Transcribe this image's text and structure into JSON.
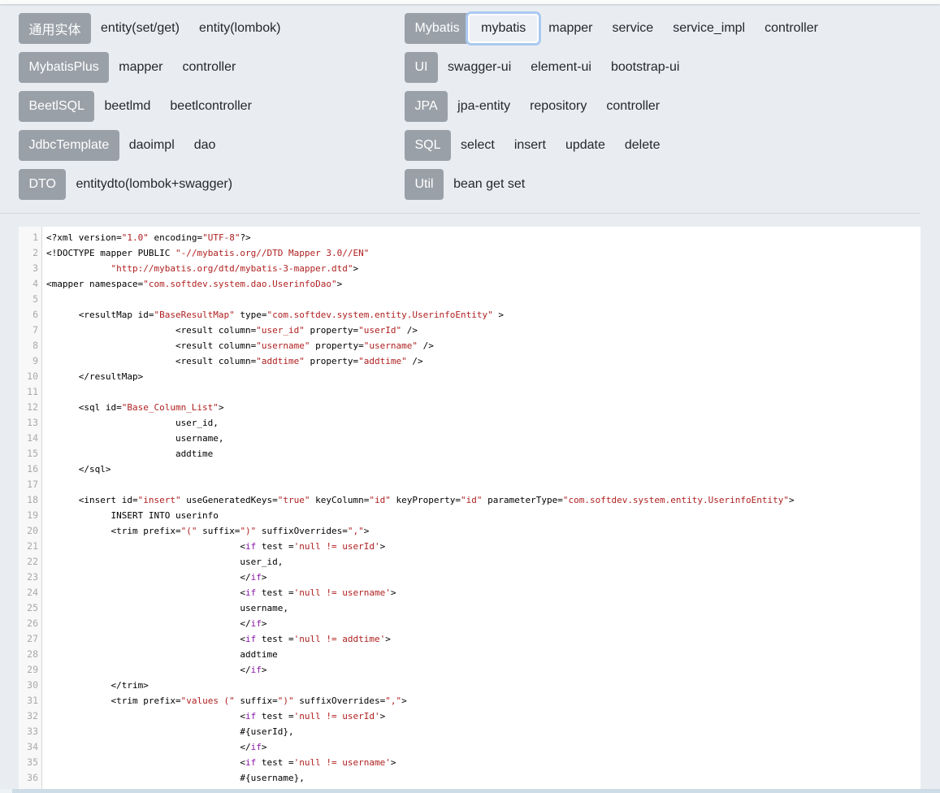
{
  "colors": {
    "page_background": "#e9edf1",
    "chip_background": "#9aa0a8",
    "focus_ring": "#a9c9f0",
    "code_string": "#b02020",
    "code_keyword": "#8a16a8",
    "scrollbar": "#cddce7"
  },
  "toolbar": {
    "left_groups": [
      {
        "label": "通用实体",
        "items": [
          "entity(set/get)",
          "entity(lombok)"
        ]
      },
      {
        "label": "MybatisPlus",
        "items": [
          "mapper",
          "controller"
        ]
      },
      {
        "label": "BeetlSQL",
        "items": [
          "beetlmd",
          "beetlcontroller"
        ]
      },
      {
        "label": "JdbcTemplate",
        "items": [
          "daoimpl",
          "dao"
        ]
      },
      {
        "label": "DTO",
        "items": [
          "entitydto(lombok+swagger)"
        ]
      }
    ],
    "right_groups": [
      {
        "label": "Mybatis",
        "items": [
          "mybatis",
          "mapper",
          "service",
          "service_impl",
          "controller"
        ],
        "selected_index": 0
      },
      {
        "label": "UI",
        "items": [
          "swagger-ui",
          "element-ui",
          "bootstrap-ui"
        ]
      },
      {
        "label": "JPA",
        "items": [
          "jpa-entity",
          "repository",
          "controller"
        ]
      },
      {
        "label": "SQL",
        "items": [
          "select",
          "insert",
          "update",
          "delete"
        ]
      },
      {
        "label": "Util",
        "items": [
          "bean get set"
        ]
      }
    ]
  },
  "editor": {
    "lines": [
      {
        "no": 1,
        "segs": [
          [
            "<?xml version=",
            "p"
          ],
          [
            "\"1.0\"",
            "s"
          ],
          [
            " encoding=",
            "p"
          ],
          [
            "\"UTF-8\"",
            "s"
          ],
          [
            "?>",
            "p"
          ]
        ]
      },
      {
        "no": 2,
        "segs": [
          [
            "<!DOCTYPE mapper PUBLIC ",
            "p"
          ],
          [
            "\"-//mybatis.org//DTD Mapper 3.0//EN\"",
            "s"
          ]
        ]
      },
      {
        "no": 3,
        "segs": [
          [
            "            ",
            "p"
          ],
          [
            "\"http://mybatis.org/dtd/mybatis-3-mapper.dtd\"",
            "s"
          ],
          [
            ">",
            "p"
          ]
        ]
      },
      {
        "no": 4,
        "segs": [
          [
            "<mapper namespace=",
            "p"
          ],
          [
            "\"com.softdev.system.dao.UserinfoDao\"",
            "s"
          ],
          [
            ">",
            "p"
          ]
        ]
      },
      {
        "no": 5,
        "segs": []
      },
      {
        "no": 6,
        "segs": [
          [
            "      <resultMap id=",
            "p"
          ],
          [
            "\"BaseResultMap\"",
            "s"
          ],
          [
            " type=",
            "p"
          ],
          [
            "\"com.softdev.system.entity.UserinfoEntity\"",
            "s"
          ],
          [
            " >",
            "p"
          ]
        ]
      },
      {
        "no": 7,
        "segs": [
          [
            "                        <result column=",
            "p"
          ],
          [
            "\"user_id\"",
            "s"
          ],
          [
            " property=",
            "p"
          ],
          [
            "\"userId\"",
            "s"
          ],
          [
            " />",
            "p"
          ]
        ]
      },
      {
        "no": 8,
        "segs": [
          [
            "                        <result column=",
            "p"
          ],
          [
            "\"username\"",
            "s"
          ],
          [
            " property=",
            "p"
          ],
          [
            "\"username\"",
            "s"
          ],
          [
            " />",
            "p"
          ]
        ]
      },
      {
        "no": 9,
        "segs": [
          [
            "                        <result column=",
            "p"
          ],
          [
            "\"addtime\"",
            "s"
          ],
          [
            " property=",
            "p"
          ],
          [
            "\"addtime\"",
            "s"
          ],
          [
            " />",
            "p"
          ]
        ]
      },
      {
        "no": 10,
        "segs": [
          [
            "      </resultMap>",
            "p"
          ]
        ]
      },
      {
        "no": 11,
        "segs": []
      },
      {
        "no": 12,
        "segs": [
          [
            "      <sql id=",
            "p"
          ],
          [
            "\"Base_Column_List\"",
            "s"
          ],
          [
            ">",
            "p"
          ]
        ]
      },
      {
        "no": 13,
        "segs": [
          [
            "                        user_id,",
            "p"
          ]
        ]
      },
      {
        "no": 14,
        "segs": [
          [
            "                        username,",
            "p"
          ]
        ]
      },
      {
        "no": 15,
        "segs": [
          [
            "                        addtime",
            "p"
          ]
        ]
      },
      {
        "no": 16,
        "segs": [
          [
            "      </sql>",
            "p"
          ]
        ]
      },
      {
        "no": 17,
        "segs": []
      },
      {
        "no": 18,
        "segs": [
          [
            "      <insert id=",
            "p"
          ],
          [
            "\"insert\"",
            "s"
          ],
          [
            " useGeneratedKeys=",
            "p"
          ],
          [
            "\"true\"",
            "s"
          ],
          [
            " keyColumn=",
            "p"
          ],
          [
            "\"id\"",
            "s"
          ],
          [
            " keyProperty=",
            "p"
          ],
          [
            "\"id\"",
            "s"
          ],
          [
            " parameterType=",
            "p"
          ],
          [
            "\"com.softdev.system.entity.UserinfoEntity\"",
            "s"
          ],
          [
            ">",
            "p"
          ]
        ]
      },
      {
        "no": 19,
        "segs": [
          [
            "            INSERT INTO userinfo",
            "p"
          ]
        ]
      },
      {
        "no": 20,
        "segs": [
          [
            "            <trim prefix=",
            "p"
          ],
          [
            "\"(\"",
            "s"
          ],
          [
            " suffix=",
            "p"
          ],
          [
            "\")\"",
            "s"
          ],
          [
            " suffixOverrides=",
            "p"
          ],
          [
            "\",\"",
            "s"
          ],
          [
            ">",
            "p"
          ]
        ]
      },
      {
        "no": 21,
        "segs": [
          [
            "                                    <",
            "p"
          ],
          [
            "if",
            "k"
          ],
          [
            " test =",
            "p"
          ],
          [
            "'null != userId'",
            "s"
          ],
          [
            ">",
            "p"
          ]
        ]
      },
      {
        "no": 22,
        "segs": [
          [
            "                                    user_id,",
            "p"
          ]
        ]
      },
      {
        "no": 23,
        "segs": [
          [
            "                                    </",
            "p"
          ],
          [
            "if",
            "k"
          ],
          [
            ">",
            "p"
          ]
        ]
      },
      {
        "no": 24,
        "segs": [
          [
            "                                    <",
            "p"
          ],
          [
            "if",
            "k"
          ],
          [
            " test =",
            "p"
          ],
          [
            "'null != username'",
            "s"
          ],
          [
            ">",
            "p"
          ]
        ]
      },
      {
        "no": 25,
        "segs": [
          [
            "                                    username,",
            "p"
          ]
        ]
      },
      {
        "no": 26,
        "segs": [
          [
            "                                    </",
            "p"
          ],
          [
            "if",
            "k"
          ],
          [
            ">",
            "p"
          ]
        ]
      },
      {
        "no": 27,
        "segs": [
          [
            "                                    <",
            "p"
          ],
          [
            "if",
            "k"
          ],
          [
            " test =",
            "p"
          ],
          [
            "'null != addtime'",
            "s"
          ],
          [
            ">",
            "p"
          ]
        ]
      },
      {
        "no": 28,
        "segs": [
          [
            "                                    addtime",
            "p"
          ]
        ]
      },
      {
        "no": 29,
        "segs": [
          [
            "                                    </",
            "p"
          ],
          [
            "if",
            "k"
          ],
          [
            ">",
            "p"
          ]
        ]
      },
      {
        "no": 30,
        "segs": [
          [
            "            </trim>",
            "p"
          ]
        ]
      },
      {
        "no": 31,
        "segs": [
          [
            "            <trim prefix=",
            "p"
          ],
          [
            "\"values (\"",
            "s"
          ],
          [
            " suffix=",
            "p"
          ],
          [
            "\")\"",
            "s"
          ],
          [
            " suffixOverrides=",
            "p"
          ],
          [
            "\",\"",
            "s"
          ],
          [
            ">",
            "p"
          ]
        ]
      },
      {
        "no": 32,
        "segs": [
          [
            "                                    <",
            "p"
          ],
          [
            "if",
            "k"
          ],
          [
            " test =",
            "p"
          ],
          [
            "'null != userId'",
            "s"
          ],
          [
            ">",
            "p"
          ]
        ]
      },
      {
        "no": 33,
        "segs": [
          [
            "                                    #{userId},",
            "p"
          ]
        ]
      },
      {
        "no": 34,
        "segs": [
          [
            "                                    </",
            "p"
          ],
          [
            "if",
            "k"
          ],
          [
            ">",
            "p"
          ]
        ]
      },
      {
        "no": 35,
        "segs": [
          [
            "                                    <",
            "p"
          ],
          [
            "if",
            "k"
          ],
          [
            " test =",
            "p"
          ],
          [
            "'null != username'",
            "s"
          ],
          [
            ">",
            "p"
          ]
        ]
      },
      {
        "no": 36,
        "segs": [
          [
            "                                    #{username},",
            "p"
          ]
        ]
      }
    ]
  }
}
